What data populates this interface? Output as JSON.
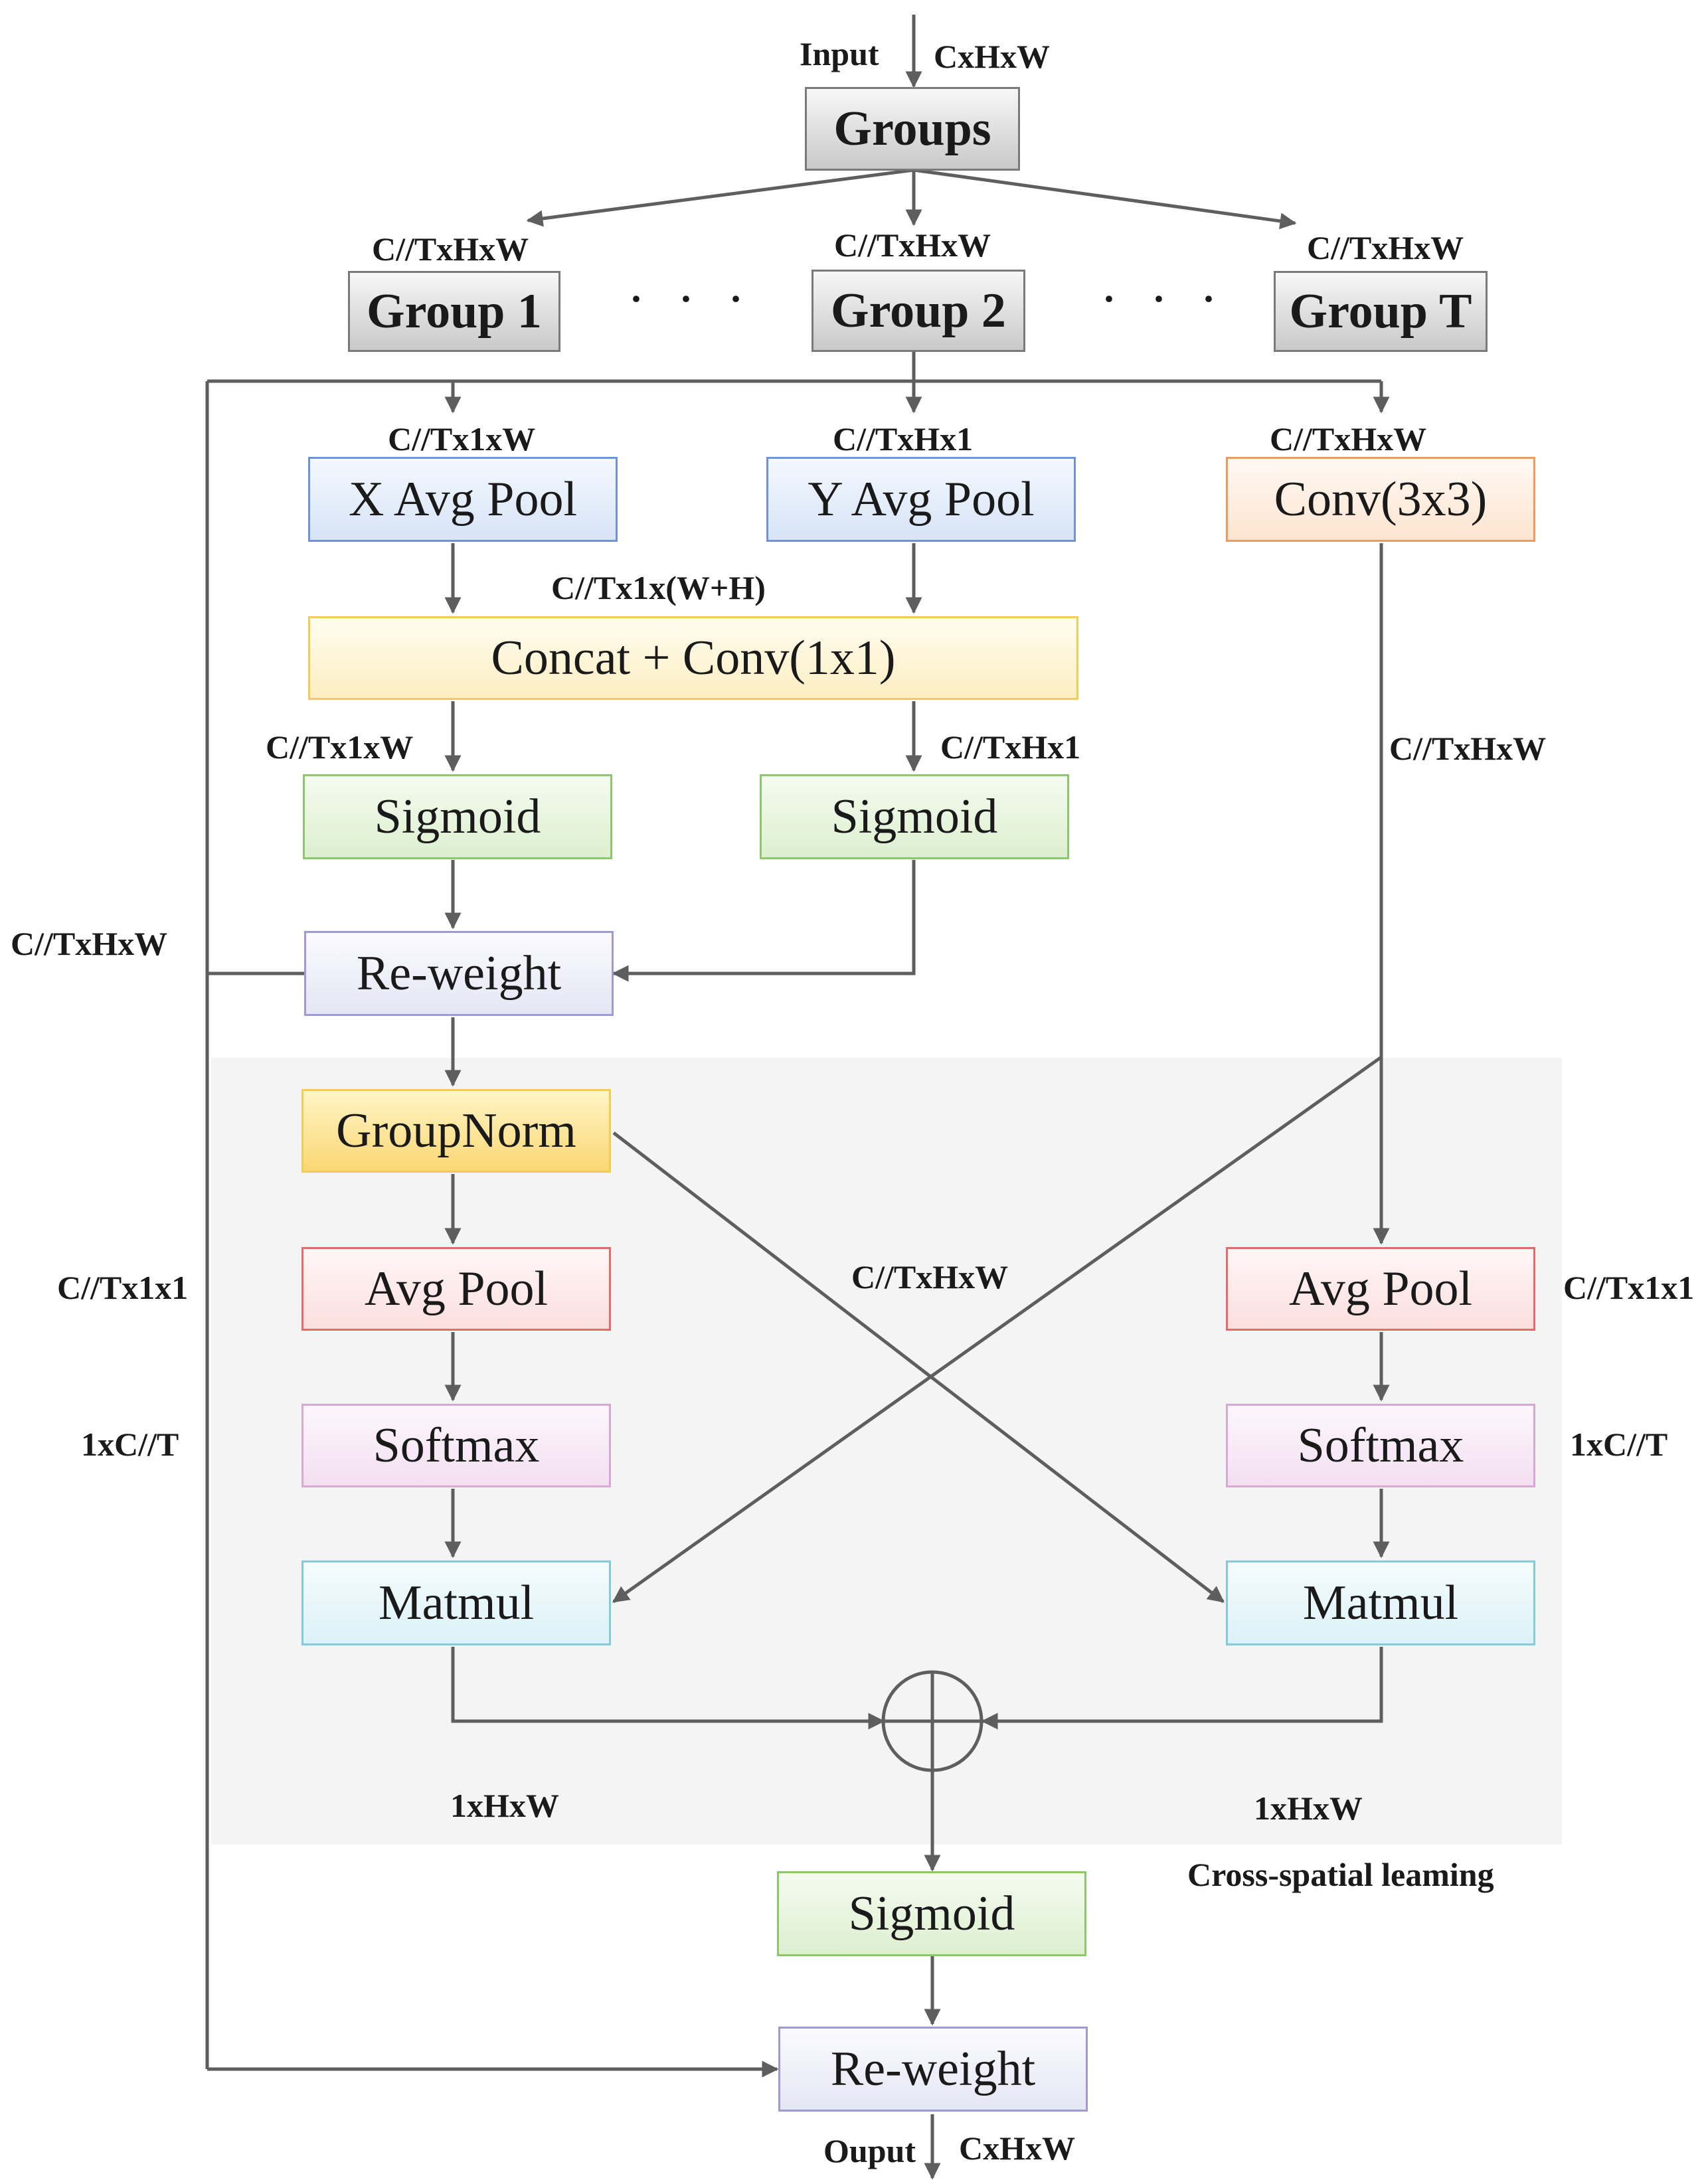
{
  "nodes": {
    "groups": "Groups",
    "group1": "Group 1",
    "group2": "Group 2",
    "groupT": "Group T",
    "ellipsis": "· · ·",
    "x_avg_pool": "X Avg Pool",
    "y_avg_pool": "Y Avg Pool",
    "conv3x3": "Conv(3x3)",
    "concat_conv": "Concat + Conv(1x1)",
    "sigmoid": "Sigmoid",
    "reweight": "Re-weight",
    "groupnorm": "GroupNorm",
    "avg_pool": "Avg Pool",
    "softmax": "Softmax",
    "matmul": "Matmul"
  },
  "labels": {
    "input": "Input",
    "output": "Ouput",
    "c_h_w": "CxHxW",
    "ct_h_w": "C//TxHxW",
    "ct_1_w": "C//Tx1xW",
    "ct_h_1": "C//TxHx1",
    "ct_1_wh": "C//Tx1x(W+H)",
    "ct_1_1": "C//Tx1x1",
    "one_ct": "1xC//T",
    "one_h_w": "1xHxW",
    "cross_spatial": "Cross-spatial leaming"
  }
}
